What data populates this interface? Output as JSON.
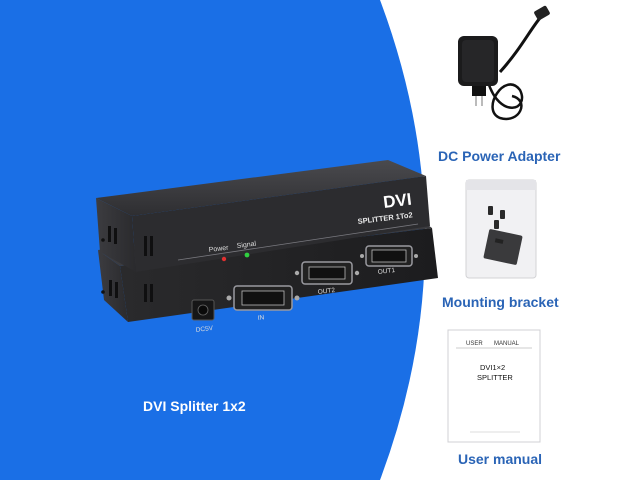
{
  "device": {
    "brand_label": "DVI",
    "model_label": "SPLITTER 1To2",
    "indicator_power": "Power",
    "indicator_signal": "Signal",
    "port_in": "IN",
    "port_out1": "OUT1",
    "port_out2": "OUT2",
    "port_dc": "DC5V"
  },
  "captions": {
    "product": "DVI Splitter 1x2",
    "adapter": "DC Power Adapter",
    "bracket": "Mounting bracket",
    "manual": "User manual"
  },
  "manual": {
    "header_left": "USER",
    "header_right": "MANUAL",
    "title_line1": "DVI1×2",
    "title_line2": "SPLITTER"
  },
  "colors": {
    "blue_background": "#1a6fe6",
    "caption_text": "#2a64b6",
    "device_body": "#2a2a2c",
    "power_led": "#e03030",
    "signal_led": "#30d040"
  }
}
